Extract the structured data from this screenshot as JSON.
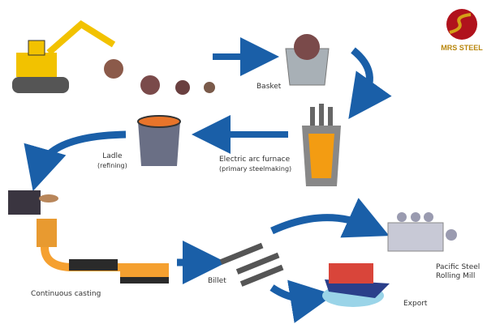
{
  "logo": {
    "text": "MRS STEEL",
    "primary_color": "#b0121c",
    "accent_color": "#d4a017"
  },
  "stages": {
    "basket": "Basket",
    "furnace_line1": "Electric arc furnace",
    "furnace_line2": "(primary steelmaking)",
    "ladle_line1": "Ladle",
    "ladle_line2": "(refining)",
    "casting": "Continuous casting",
    "billet": "Billet",
    "mill_line1": "Pacific Steel",
    "mill_line2": "Rolling Mill",
    "export": "Export"
  },
  "colors": {
    "arrow": "#1a5fa8",
    "molten": "#f39c12"
  }
}
